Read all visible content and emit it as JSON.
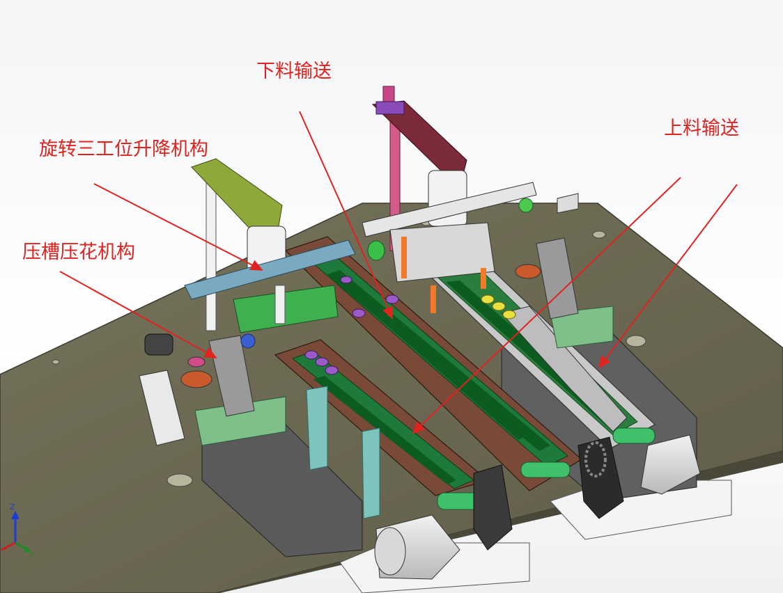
{
  "labels": {
    "discharge_conveyor": "下料输送",
    "rotary_lift": "旋转三工位升降机构",
    "feed_conveyor": "上料输送",
    "groove_emboss": "压槽压花机构"
  },
  "axes": {
    "z": "Z",
    "y": "Y"
  },
  "colors": {
    "plate": "#6e6b55",
    "belt_green": "#1e7a3a",
    "brown": "#7a4a38",
    "arrow": "#e0231f",
    "text": "#e0231f"
  }
}
